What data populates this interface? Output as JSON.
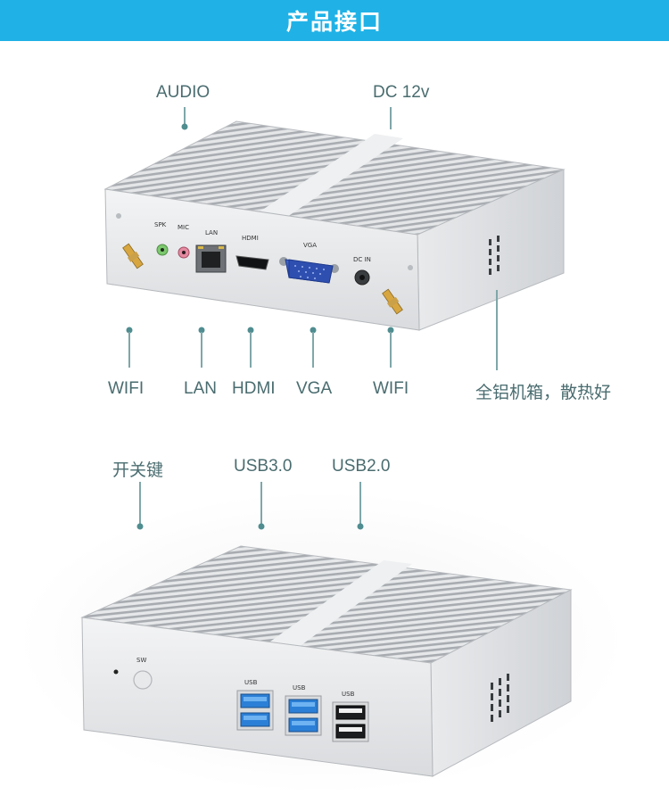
{
  "header": {
    "title": "产品接口"
  },
  "top_callouts": {
    "audio": "AUDIO",
    "dc": "DC 12v",
    "wifi_left": "WIFI",
    "lan": "LAN",
    "hdmi": "HDMI",
    "vga": "VGA",
    "wifi_right": "WIFI",
    "chassis": "全铝机箱，散热好"
  },
  "bottom_callouts": {
    "power_switch": "开关键",
    "usb3": "USB3.0",
    "usb2": "USB2.0"
  },
  "rear_panel_labels": {
    "spk": "SPK",
    "mic": "MIC",
    "lan": "LAN",
    "hdmi": "HDMI",
    "vga": "VGA",
    "dc_in": "DC IN"
  },
  "front_panel_labels": {
    "sw": "SW",
    "usb_a": "USB",
    "usb_b": "USB",
    "usb_c": "USB"
  },
  "colors": {
    "banner": "#20b2e6",
    "callout_text": "#4a6c6f",
    "callout_line": "#7fa7aa",
    "usb3_blue": "#2b7fd6",
    "vga_blue": "#2f4fb0"
  }
}
